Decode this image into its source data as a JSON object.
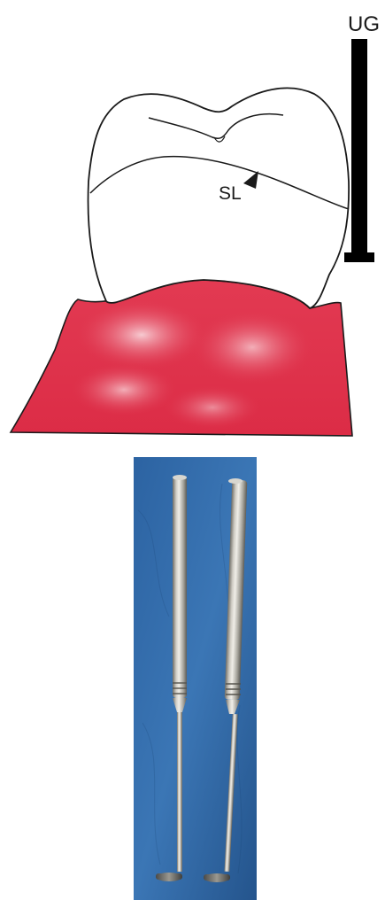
{
  "diagram": {
    "labels": {
      "gauge": "UG",
      "line": "SL"
    },
    "colors": {
      "gingiva": "#e0364e",
      "gingiva_highlight": "#f6c4cb",
      "tooth_fill": "#ffffff",
      "outline": "#1a1a1a",
      "gauge": "#000000"
    }
  },
  "photo": {
    "colors": {
      "background": "#2a5e9c",
      "background_light": "#3c78b8",
      "metal_light": "#e4e2dc",
      "metal_mid": "#a9a79f",
      "metal_dark": "#6f6d66"
    },
    "instrument_count": 2
  }
}
